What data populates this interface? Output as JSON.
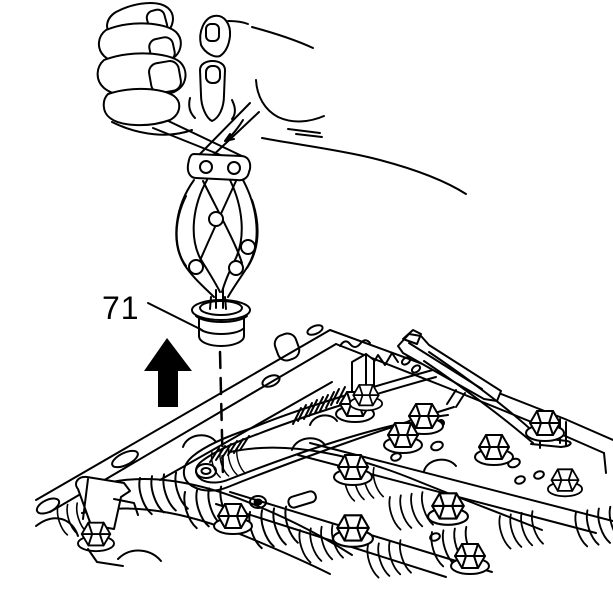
{
  "illustration": {
    "callout": {
      "label": "71",
      "points_to": "component-71"
    },
    "colors": {
      "line": "#000000",
      "background": "#ffffff",
      "arrow_fill": "#000000"
    },
    "parts": [
      {
        "id": "technician-hand",
        "desc": "hand squeezing removal tool"
      },
      {
        "id": "removal-tool",
        "desc": "scissor-action removal pliers"
      },
      {
        "id": "component-71",
        "desc": "cylindrical component gripped by tool tips"
      },
      {
        "id": "up-arrow",
        "desc": "upward removal direction arrow"
      },
      {
        "id": "guide-dashed-line",
        "desc": "dashed alignment line from component to bore"
      },
      {
        "id": "valve-body",
        "desc": "transmission valve body assembly"
      }
    ]
  }
}
